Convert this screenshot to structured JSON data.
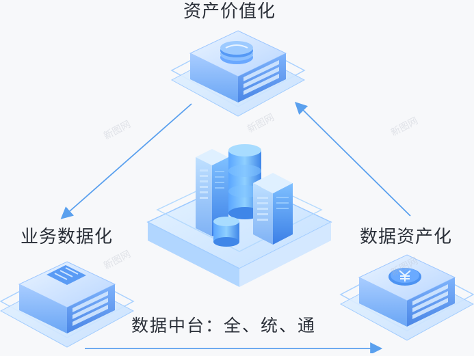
{
  "nodes": {
    "top": {
      "label": "资产价值化"
    },
    "left": {
      "label": "业务数据化"
    },
    "right": {
      "label": "数据资产化"
    }
  },
  "center": {
    "label": "数据中台：全、统、通"
  },
  "watermark": {
    "text": "新图网"
  },
  "icons": {
    "top": "coin-stack-icon",
    "left": "server-rack-icon",
    "right": "yuan-coin-icon",
    "center": "data-center-icon"
  },
  "colors": {
    "accent": "#3f8ef0",
    "cube_light": "#cfe3ff",
    "cube_mid": "#8ec0ff",
    "cube_dark": "#4f8fe8",
    "plate": "#d6ebff",
    "arrow": "#5aa0ee"
  }
}
